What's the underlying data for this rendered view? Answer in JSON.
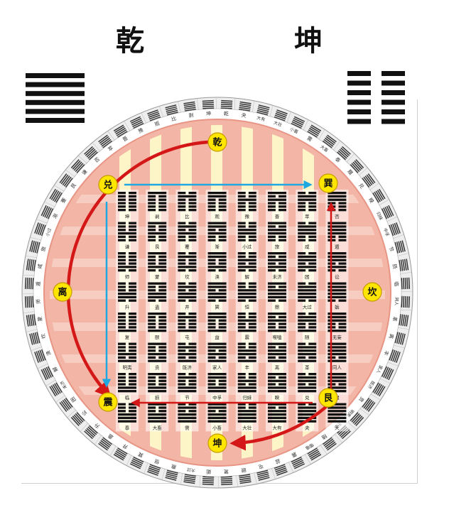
{
  "titles": {
    "left": "乾",
    "right": "坤"
  },
  "corner_hexagrams": {
    "left_lines": "111111",
    "right_lines": "000000"
  },
  "trigram_badges": {
    "qian": "乾",
    "dui": "兑",
    "li": "离",
    "zhen": "震",
    "kun": "坤",
    "gen": "艮",
    "kan": "坎",
    "xun": "巽"
  },
  "grid": {
    "row_lower_trigrams": [
      "坤",
      "艮",
      "坎",
      "巽",
      "震",
      "离",
      "兑",
      "乾"
    ],
    "col_upper_trigrams": [
      "坤",
      "艮",
      "坎",
      "巽",
      "震",
      "离",
      "兑",
      "乾"
    ],
    "labels": [
      [
        "坤",
        "剥",
        "比",
        "观",
        "豫",
        "晋",
        "萃",
        "否"
      ],
      [
        "谦",
        "艮",
        "蹇",
        "渐",
        "小过",
        "旅",
        "咸",
        "遁"
      ],
      [
        "师",
        "蒙",
        "坎",
        "涣",
        "解",
        "未济",
        "困",
        "讼"
      ],
      [
        "升",
        "蛊",
        "井",
        "巽",
        "恒",
        "鼎",
        "大过",
        "姤"
      ],
      [
        "复",
        "颐",
        "屯",
        "益",
        "震",
        "噬嗑",
        "随",
        "无妄"
      ],
      [
        "明夷",
        "贲",
        "既济",
        "家人",
        "丰",
        "离",
        "革",
        "同人"
      ],
      [
        "临",
        "损",
        "节",
        "中孚",
        "归妹",
        "睽",
        "兑",
        "履"
      ],
      [
        "泰",
        "大畜",
        "需",
        "小畜",
        "大壮",
        "大有",
        "夬",
        "天"
      ]
    ]
  },
  "ring_labels": [
    "乾",
    "夬",
    "大有",
    "大壮",
    "小畜",
    "需",
    "大畜",
    "泰",
    "履",
    "兑",
    "睽",
    "归妹",
    "中孚",
    "节",
    "损",
    "临",
    "同人",
    "革",
    "离",
    "丰",
    "家人",
    "既济",
    "贲",
    "明夷",
    "无妄",
    "随",
    "噬嗑",
    "震",
    "益",
    "屯",
    "颐",
    "复",
    "姤",
    "大过",
    "鼎",
    "恒",
    "巽",
    "井",
    "蛊",
    "升",
    "讼",
    "困",
    "未济",
    "解",
    "涣",
    "坎",
    "蒙",
    "师",
    "遁",
    "咸",
    "旅",
    "小过",
    "渐",
    "蹇",
    "艮",
    "谦",
    "否",
    "萃",
    "晋",
    "豫",
    "观",
    "比",
    "剥",
    "坤"
  ],
  "colors": {
    "ring_bg": "#eeeeee",
    "inner_disc": "#f3b6a6",
    "cream_bar": "#fdf5c8",
    "red_arrow": "#d41818",
    "blue_arrow": "#1ea7e0",
    "badge_fill": "#ffe600",
    "line_black": "#111111"
  }
}
